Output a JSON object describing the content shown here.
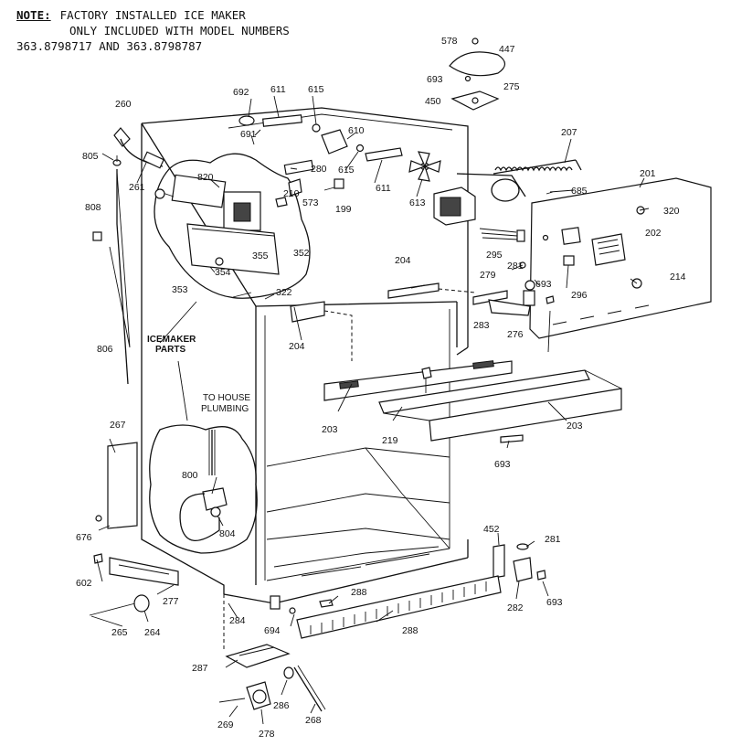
{
  "note": {
    "header": "NOTE:",
    "lines": [
      "FACTORY INSTALLED ICE MAKER",
      "ONLY INCLUDED WITH MODEL NUMBERS",
      "363.8798717 AND 363.8798787"
    ]
  },
  "callouts": {
    "icemaker_parts": [
      "ICEMAKER",
      "PARTS"
    ],
    "house_plumbing": [
      "TO HOUSE",
      "PLUMBING"
    ]
  },
  "part_numbers": [
    "578",
    "447",
    "693",
    "275",
    "450",
    "692",
    "611",
    "615",
    "691",
    "610",
    "615",
    "611",
    "613",
    "280",
    "260",
    "805",
    "261",
    "820",
    "210",
    "573",
    "199",
    "207",
    "685",
    "201",
    "320",
    "202",
    "296",
    "214",
    "808",
    "355",
    "352",
    "354",
    "353",
    "322",
    "204",
    "295",
    "281",
    "279",
    "693",
    "283",
    "276",
    "806",
    "204",
    "203",
    "219",
    "203",
    "693",
    "267",
    "800",
    "804",
    "676",
    "602",
    "277",
    "265",
    "264",
    "452",
    "281",
    "282",
    "693",
    "284",
    "694",
    "288",
    "288",
    "287",
    "286",
    "268",
    "269",
    "278"
  ]
}
